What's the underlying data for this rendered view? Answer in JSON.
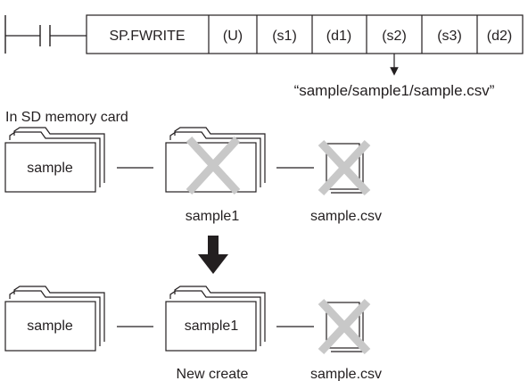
{
  "instruction": {
    "name": "SP.FWRITE",
    "operands": [
      "(U)",
      "(s1)",
      "(d1)",
      "(s2)",
      "(s3)",
      "(d2)"
    ]
  },
  "path_value": "“sample/sample1/sample.csv”",
  "location_label": "In SD memory card",
  "before": {
    "root_folder": "sample",
    "sub_folder_caption": "sample1",
    "file_caption": "sample.csv"
  },
  "after": {
    "root_folder": "sample",
    "sub_folder": "sample1",
    "sub_folder_caption": "New create",
    "file_caption": "sample.csv"
  },
  "colors": {
    "line": "#231f20",
    "cross": "#c8c8c8",
    "arrow": "#231f20"
  }
}
